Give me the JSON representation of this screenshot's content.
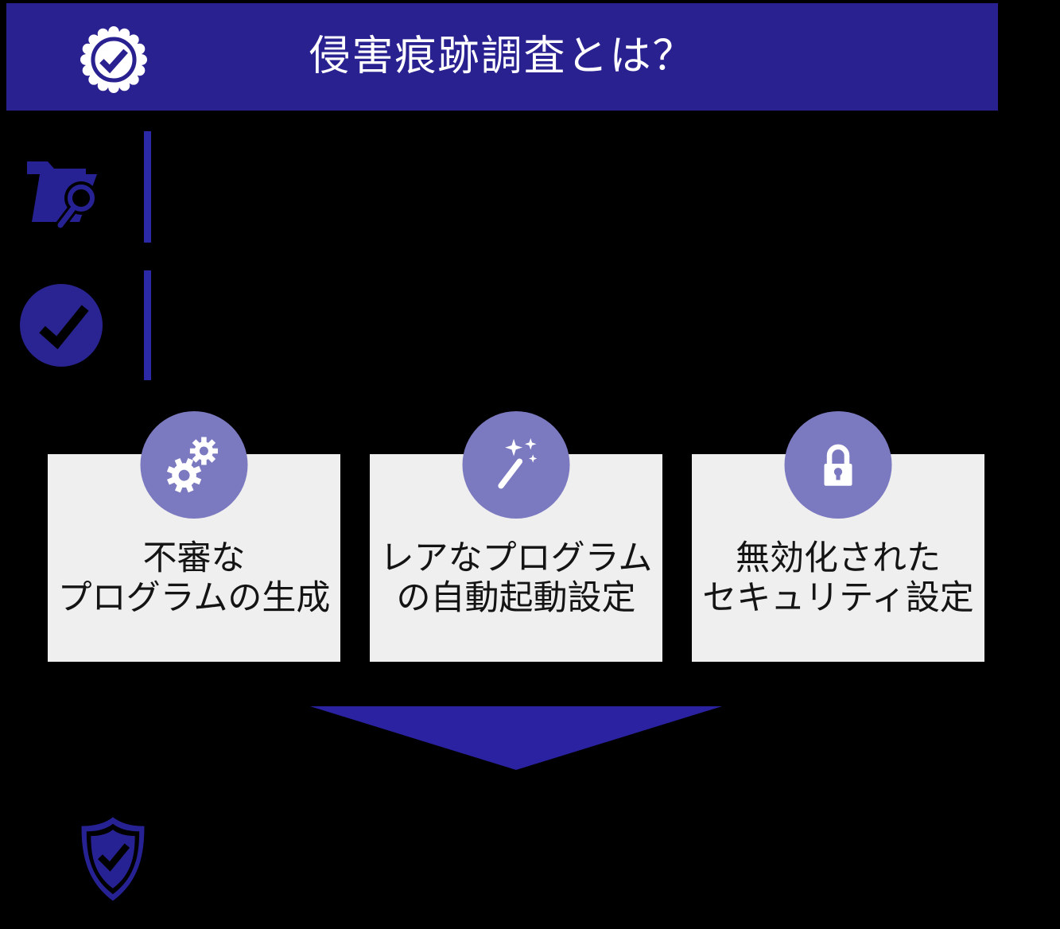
{
  "canvas": {
    "bg_color": "#000000"
  },
  "header": {
    "title": "侵害痕跡調査とは？",
    "bg_color": "#2A2190",
    "text_color": "#FFFFFF",
    "badge_icon": "certificate-check-badge"
  },
  "timeline": {
    "bar_color": "#2C29A6",
    "items": [
      {
        "icon": "folder-search"
      },
      {
        "icon": "check-circle"
      }
    ]
  },
  "cards": {
    "bg_color": "#EFEFEF",
    "circle_color": "#7B79C0",
    "text_color": "#141414",
    "items": [
      {
        "icon": "gears",
        "lines": [
          "不審な",
          "プログラムの生成"
        ]
      },
      {
        "icon": "magic-wand",
        "lines": [
          "レアなプログラム",
          "の自動起動設定"
        ]
      },
      {
        "icon": "padlock",
        "lines": [
          "無効化された",
          "セキュリティ設定"
        ]
      }
    ]
  },
  "arrow": {
    "shape": "triangle-down",
    "color": "#2A22A0"
  },
  "footer": {
    "icon": "shield-check",
    "color": "#272293"
  }
}
